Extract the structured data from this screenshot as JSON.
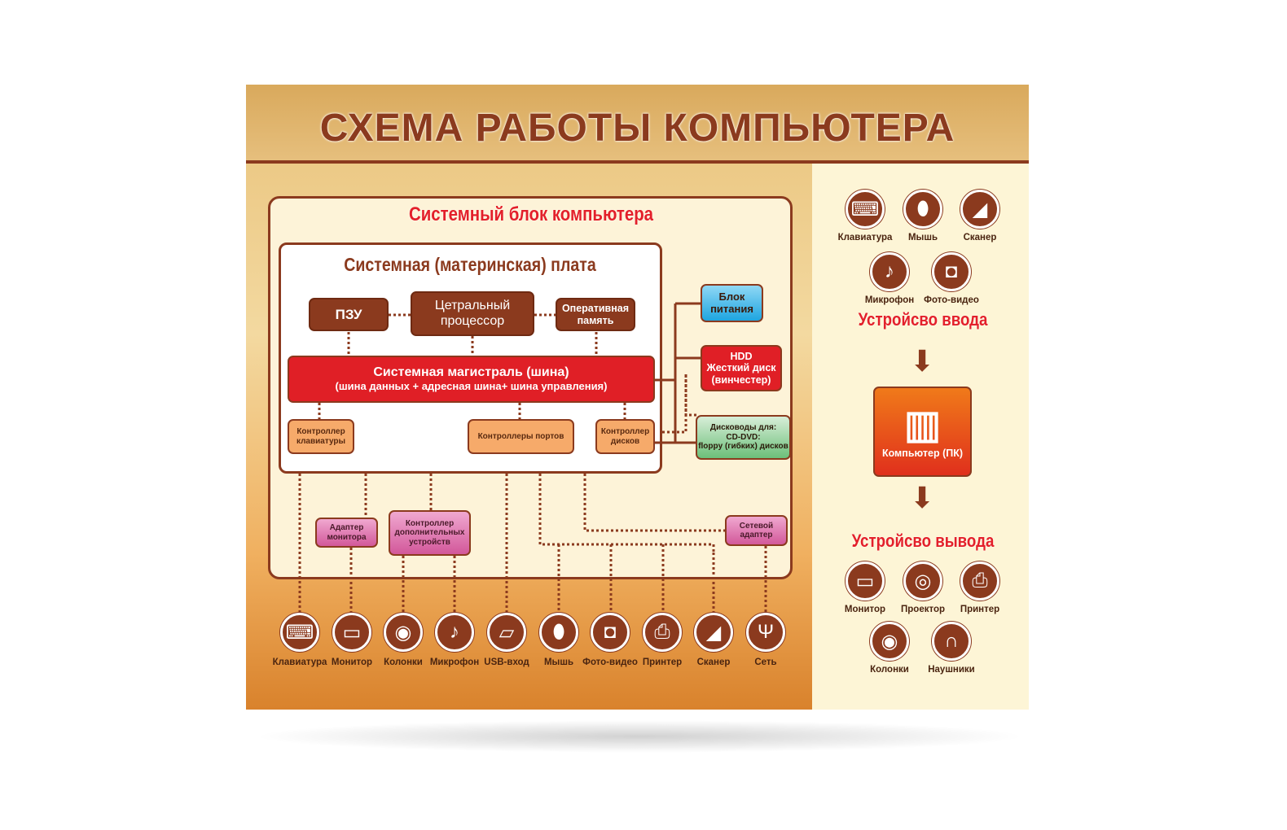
{
  "title": "СХЕМА РАБОТЫ КОМПЬЮТЕРА",
  "system_unit": {
    "title": "Системный блок компьютера"
  },
  "motherboard": {
    "title": "Системная (материнская) плата"
  },
  "rom": "ПЗУ",
  "cpu": [
    "Цетральный",
    "процессор"
  ],
  "ram": [
    "Оперативная",
    "память"
  ],
  "bus": [
    "Системная магистраль (шина)",
    "(шина данных + адресная шина+ шина управления)"
  ],
  "kbd_ctrl": [
    "Контроллер",
    "клавиатуры"
  ],
  "port_ctrl": "Контроллеры портов",
  "disk_ctrl": [
    "Контроллер",
    "дисков"
  ],
  "power": [
    "Блок",
    "питания"
  ],
  "hdd": [
    "HDD",
    "Жесткий диск",
    "(винчестер)"
  ],
  "drives": [
    "Дисководы для:",
    "CD-DVD:",
    "floppy (гибких) дисков"
  ],
  "monitor_adapter": [
    "Адаптер",
    "монитора"
  ],
  "extra_ctrl": [
    "Контроллер",
    "дополнительных",
    "устройств"
  ],
  "net_adapter": [
    "Сетевой",
    "адаптер"
  ],
  "bottom_devices": [
    {
      "label": "Клавиатура",
      "icon": "keyboard-icon",
      "glyph": "⌨"
    },
    {
      "label": "Монитор",
      "icon": "monitor-icon",
      "glyph": "▭"
    },
    {
      "label": "Колонки",
      "icon": "speaker-icon",
      "glyph": "◉"
    },
    {
      "label": "Микрофон",
      "icon": "microphone-icon",
      "glyph": "♪"
    },
    {
      "label": "USB-вход",
      "icon": "usb-drive-icon",
      "glyph": "▱"
    },
    {
      "label": "Мышь",
      "icon": "mouse-icon",
      "glyph": "⬮"
    },
    {
      "label": "Фото-видео",
      "icon": "camera-icon",
      "glyph": "◘"
    },
    {
      "label": "Принтер",
      "icon": "printer-icon",
      "glyph": "⎙"
    },
    {
      "label": "Сканер",
      "icon": "scanner-icon",
      "glyph": "◢"
    },
    {
      "label": "Сеть",
      "icon": "usb-network-icon",
      "glyph": "Ψ"
    }
  ],
  "input": {
    "heading": "Устройсво ввода",
    "devices": [
      {
        "label": "Клавиатура",
        "icon": "keyboard-icon",
        "glyph": "⌨"
      },
      {
        "label": "Мышь",
        "icon": "mouse-icon",
        "glyph": "⬮"
      },
      {
        "label": "Сканер",
        "icon": "scanner-icon",
        "glyph": "◢"
      },
      {
        "label": "Микрофон",
        "icon": "microphone-icon",
        "glyph": "♪"
      },
      {
        "label": "Фото-видео",
        "icon": "camera-icon",
        "glyph": "◘"
      }
    ]
  },
  "computer": "Компьютер (ПК)",
  "output": {
    "heading": "Устройсво вывода",
    "devices": [
      {
        "label": "Монитор",
        "icon": "monitor-icon",
        "glyph": "▭"
      },
      {
        "label": "Проектор",
        "icon": "projector-icon",
        "glyph": "◎"
      },
      {
        "label": "Принтер",
        "icon": "printer-icon",
        "glyph": "⎙"
      },
      {
        "label": "Колонки",
        "icon": "speaker-icon",
        "glyph": "◉"
      },
      {
        "label": "Наушники",
        "icon": "headphones-icon",
        "glyph": "∩"
      }
    ]
  },
  "colors": {
    "brown": "#8b3a1e",
    "red": "#e3202a",
    "cream": "#fdf5d6"
  }
}
